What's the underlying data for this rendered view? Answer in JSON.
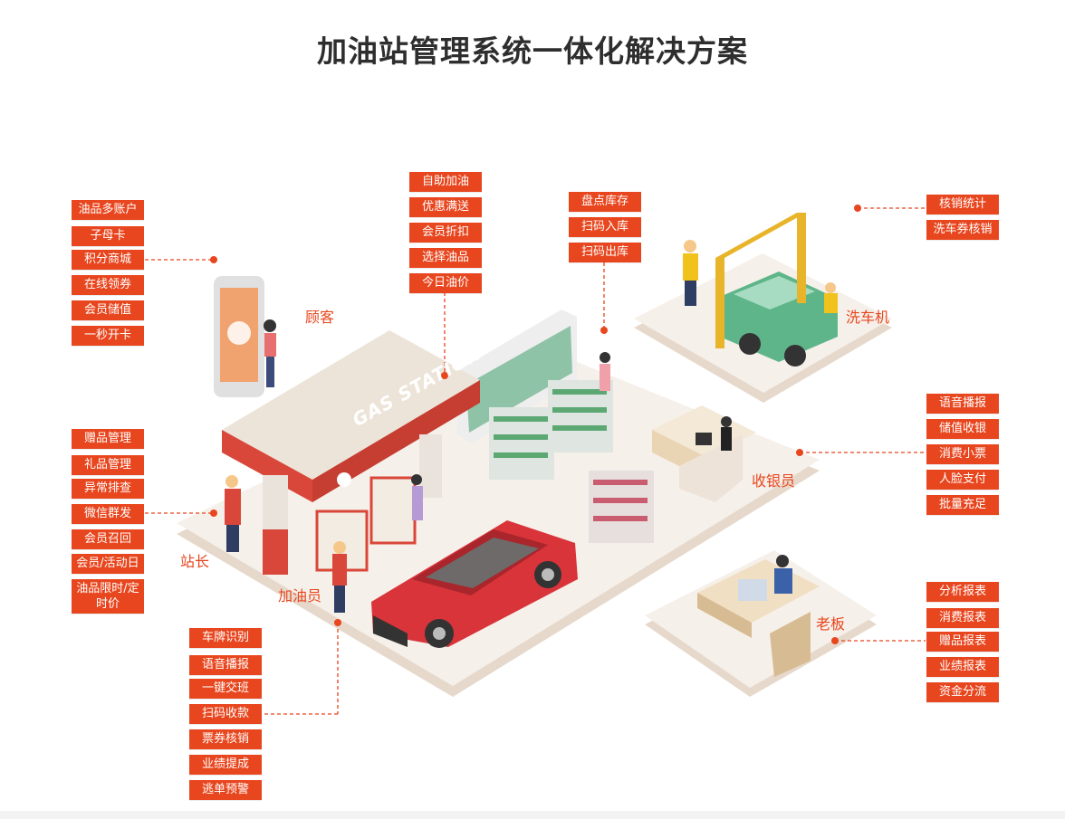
{
  "title": "加油站管理系统一体化解决方案",
  "roles": {
    "customer": "顾客",
    "car_wash": "洗车机",
    "cashier": "收银员",
    "manager": "站长",
    "attendant": "加油员",
    "boss": "老板"
  },
  "sign_text": "GAS STATION",
  "groups": {
    "customer": [
      "油品多账户",
      "子母卡",
      "积分商城",
      "在线领券",
      "会员储值",
      "一秒开卡"
    ],
    "pump": [
      "自助加油",
      "优惠满送",
      "会员折扣",
      "选择油品",
      "今日油价"
    ],
    "inventory": [
      "盘点库存",
      "扫码入库",
      "扫码出库"
    ],
    "car_wash": [
      "核销统计",
      "洗车券核销"
    ],
    "manager": [
      "赠品管理",
      "礼品管理",
      "异常排查",
      "微信群发",
      "会员召回",
      "会员/活动日",
      "油品限时/定时价"
    ],
    "cashier": [
      "语音播报",
      "储值收银",
      "消费小票",
      "人脸支付",
      "批量充足"
    ],
    "attendant": [
      "车牌识别",
      "语音播报",
      "一键交班",
      "扫码收款",
      "票券核销",
      "业绩提成",
      "逃单预警"
    ],
    "boss": [
      "分析报表",
      "消费报表",
      "赠品报表",
      "业绩报表",
      "资金分流"
    ]
  },
  "colors": {
    "accent": "#e8461e",
    "title": "#2e2e2e",
    "floor": "#f5efe8",
    "floor_side": "#e6d9cc",
    "canopy_red": "#d9473a",
    "car_red": "#d8343a",
    "wash_car": "#5fb58a",
    "gantry": "#e8b52a"
  }
}
